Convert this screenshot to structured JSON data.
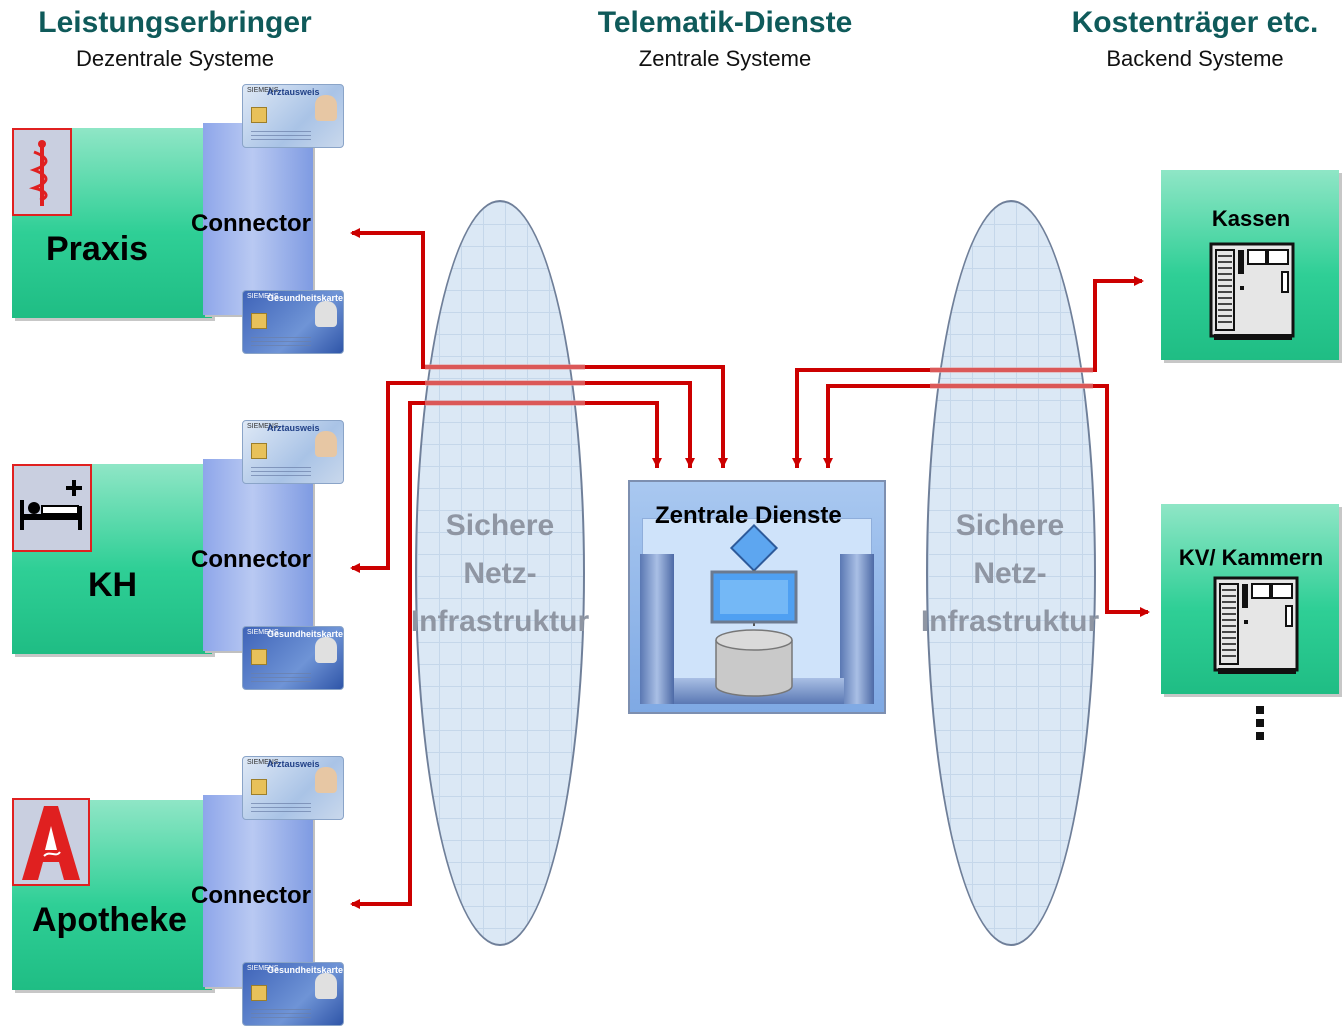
{
  "columns": [
    {
      "title": "Leistungserbringer",
      "subtitle": "Dezentrale Systeme"
    },
    {
      "title": "Telematik-Dienste",
      "subtitle": "Zentrale Systeme"
    },
    {
      "title": "Kostenträger etc.",
      "subtitle": "Backend Systeme"
    }
  ],
  "sites": [
    {
      "label": "Praxis",
      "icon": "caduceus-icon",
      "connector": "Connector"
    },
    {
      "label": "KH",
      "icon": "hospital-bed-icon",
      "connector": "Connector"
    },
    {
      "label": "Apotheke",
      "icon": "pharmacy-a-icon",
      "connector": "Connector"
    }
  ],
  "cards": {
    "doctor_card": {
      "brand": "SIEMENS",
      "title": "Arztausweis"
    },
    "health_card": {
      "brand": "SIEMENS",
      "title": "Gesundheitskarte"
    }
  },
  "network": {
    "left": {
      "line1": "Sichere",
      "line2": "Netz-",
      "line3": "Infrastruktur"
    },
    "right": {
      "line1": "Sichere",
      "line2": "Netz-",
      "line3": "Infrastruktur"
    }
  },
  "central": {
    "label": "Zentrale Dienste"
  },
  "backends": [
    {
      "label": "Kassen",
      "icon": "server-rack-icon"
    },
    {
      "label": "KV/ Kammern",
      "icon": "server-rack-icon"
    }
  ],
  "colors": {
    "arrow": "#cc0000",
    "accent_title": "#0f5a5a",
    "site_box": "#2fcf96",
    "network_fill": "#dbe8f5"
  }
}
